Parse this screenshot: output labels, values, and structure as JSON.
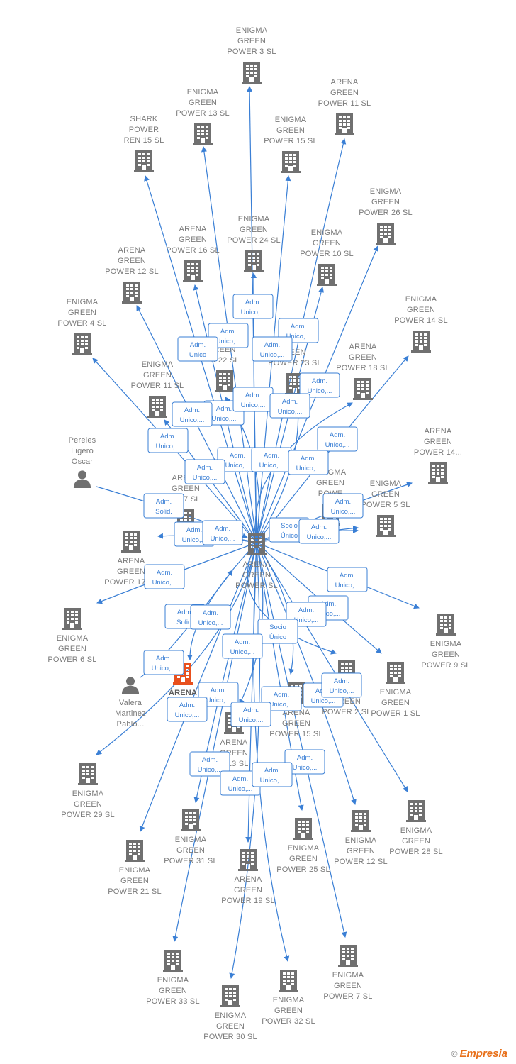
{
  "center": {
    "label": [
      "ARENA",
      "GREEN",
      "POWER  SL"
    ]
  },
  "nodes": [
    {
      "id": "n1",
      "type": "company",
      "label": [
        "ENIGMA",
        "GREEN",
        "POWER 3  SL"
      ]
    },
    {
      "id": "n2",
      "type": "company",
      "label": [
        "ARENA",
        "GREEN",
        "POWER 11  SL"
      ]
    },
    {
      "id": "n3",
      "type": "company",
      "label": [
        "ENIGMA",
        "GREEN",
        "POWER 13  SL"
      ]
    },
    {
      "id": "n4",
      "type": "company",
      "label": [
        "SHARK",
        "POWER",
        "REN 15  SL"
      ]
    },
    {
      "id": "n5",
      "type": "company",
      "label": [
        "ENIGMA",
        "GREEN",
        "POWER 15  SL"
      ]
    },
    {
      "id": "n6",
      "type": "company",
      "label": [
        "ENIGMA",
        "GREEN",
        "POWER 26  SL"
      ]
    },
    {
      "id": "n7",
      "type": "company",
      "label": [
        "ARENA",
        "GREEN",
        "POWER 16  SL"
      ]
    },
    {
      "id": "n8",
      "type": "company",
      "label": [
        "ENIGMA",
        "GREEN",
        "POWER 24  SL"
      ]
    },
    {
      "id": "n9",
      "type": "company",
      "label": [
        "ENIGMA",
        "GREEN",
        "POWER 10  SL"
      ]
    },
    {
      "id": "n10",
      "type": "company",
      "label": [
        "ARENA",
        "GREEN",
        "POWER 12  SL"
      ]
    },
    {
      "id": "n11",
      "type": "company",
      "label": [
        "ENIGMA",
        "GREEN",
        "POWER 14  SL"
      ]
    },
    {
      "id": "n12",
      "type": "company",
      "label": [
        "ENIGMA",
        "GREEN",
        "POWER 4  SL"
      ]
    },
    {
      "id": "n13",
      "type": "company",
      "label": [
        "ARENA",
        "GREEN",
        "POWER 18  SL"
      ]
    },
    {
      "id": "n14",
      "type": "company",
      "label": [
        "ENIGMA",
        "GREEN",
        "POWER 11  SL"
      ]
    },
    {
      "id": "n15",
      "type": "company",
      "label": [
        "",
        "REEN",
        "R 22  SL"
      ]
    },
    {
      "id": "n16",
      "type": "company",
      "label": [
        "",
        "REEN",
        "POWER 23  SL"
      ]
    },
    {
      "id": "n17",
      "type": "person",
      "label": [
        "Pereles",
        "Ligero",
        "Oscar"
      ]
    },
    {
      "id": "n18",
      "type": "company",
      "label": [
        "ARENA",
        "GREEN",
        "POWER 14..."
      ]
    },
    {
      "id": "n19",
      "type": "company",
      "label": [
        "ARENA",
        "GREEN",
        "R 27  SL"
      ]
    },
    {
      "id": "n20",
      "type": "company",
      "label": [
        "ENIGMA",
        "GREEN",
        "POWE"
      ]
    },
    {
      "id": "n21",
      "type": "company",
      "label": [
        "ENIGMA",
        "GREEN",
        "POWER 5  SL"
      ]
    },
    {
      "id": "n22",
      "type": "company",
      "label": [
        "ARENA",
        "GREEN",
        "POWER 17  SL"
      ]
    },
    {
      "id": "n23",
      "type": "company",
      "label": [
        "ENIGMA",
        "GREEN",
        "POWER 6  SL"
      ]
    },
    {
      "id": "n24",
      "type": "company",
      "label": [
        "ENIGMA",
        "GREEN",
        "POWER 9  SL"
      ]
    },
    {
      "id": "n25",
      "type": "company",
      "label": [
        "ARENA",
        "G",
        "PO"
      ],
      "highlight": true
    },
    {
      "id": "n26",
      "type": "person",
      "label": [
        "Valera",
        "Martinez",
        "Pablo..."
      ]
    },
    {
      "id": "n27",
      "type": "company",
      "label": [
        "",
        "GREEN",
        "POWER 2  SL"
      ]
    },
    {
      "id": "n28",
      "type": "company",
      "label": [
        "ENIGMA",
        "GREEN",
        "POWER 1  SL"
      ]
    },
    {
      "id": "n29",
      "type": "company",
      "label": [
        "ARENA",
        "GREEN",
        "POWER 15  SL"
      ]
    },
    {
      "id": "n30",
      "type": "company",
      "label": [
        "ARENA",
        "GREEN",
        "R 13  SL"
      ]
    },
    {
      "id": "n31",
      "type": "company",
      "label": [
        "ENIGMA",
        "GREEN",
        "POWER 29  SL"
      ]
    },
    {
      "id": "n32",
      "type": "company",
      "label": [
        "ENIGMA",
        "GREEN",
        "POWER 31  SL"
      ]
    },
    {
      "id": "n33",
      "type": "company",
      "label": [
        "ENIGMA",
        "GREEN",
        "POWER 25  SL"
      ]
    },
    {
      "id": "n34",
      "type": "company",
      "label": [
        "ENIGMA",
        "GREEN",
        "POWER 12  SL"
      ]
    },
    {
      "id": "n35",
      "type": "company",
      "label": [
        "ENIGMA",
        "GREEN",
        "POWER 28  SL"
      ]
    },
    {
      "id": "n36",
      "type": "company",
      "label": [
        "ENIGMA",
        "GREEN",
        "POWER 21  SL"
      ]
    },
    {
      "id": "n37",
      "type": "company",
      "label": [
        "ARENA",
        "GREEN",
        "POWER 19  SL"
      ]
    },
    {
      "id": "n38",
      "type": "company",
      "label": [
        "ENIGMA",
        "GREEN",
        "POWER 33  SL"
      ]
    },
    {
      "id": "n39",
      "type": "company",
      "label": [
        "ENIGMA",
        "GREEN",
        "POWER 7  SL"
      ]
    },
    {
      "id": "n40",
      "type": "company",
      "label": [
        "ENIGMA",
        "GREEN",
        "POWER 32  SL"
      ]
    },
    {
      "id": "n41",
      "type": "company",
      "label": [
        "ENIGMA",
        "GREEN",
        "POWER 30  SL"
      ]
    }
  ],
  "edges": [
    {
      "to": "n1",
      "label": [
        "Adm.",
        "Unico,..."
      ]
    },
    {
      "to": "n2",
      "label": [
        "Adm.",
        "Unico,..."
      ]
    },
    {
      "to": "n3",
      "label": [
        "Adm.",
        "Unico,..."
      ]
    },
    {
      "to": "n4",
      "label": [
        "Adm.",
        "Unico"
      ]
    },
    {
      "to": "n5",
      "label": [
        "Adm.",
        "Unico,..."
      ]
    },
    {
      "to": "n6",
      "label": [
        "Adm.",
        "Unico,..."
      ]
    },
    {
      "to": "n7",
      "label": [
        "Adm.",
        "Unico,..."
      ]
    },
    {
      "to": "n8",
      "label": [
        "Adm.",
        "Unico,..."
      ]
    },
    {
      "to": "n9",
      "label": [
        "Adm.",
        "Unico,..."
      ]
    },
    {
      "to": "n10",
      "label": [
        "Adm.",
        "Unico,..."
      ]
    },
    {
      "to": "n11",
      "label": [
        "Adm.",
        "Unico,..."
      ]
    },
    {
      "to": "n12",
      "label": [
        "Adm.",
        "Unico,..."
      ]
    },
    {
      "to": "n13",
      "label": [
        "Adm.",
        "Unico,..."
      ]
    },
    {
      "to": "n14",
      "label": [
        "Adm.",
        "Unico,..."
      ]
    },
    {
      "to": "n15",
      "label": [
        "Adm.",
        "Unico,..."
      ]
    },
    {
      "to": "n16",
      "label": [
        "Adm.",
        "Unico,..."
      ]
    },
    {
      "to": "n17",
      "label": [
        "Adm.",
        "Solid."
      ],
      "reverse": true
    },
    {
      "to": "n18",
      "label": [
        "Adm.",
        "Unico,..."
      ]
    },
    {
      "to": "n19",
      "label": [
        "Adm.",
        "Unico,..."
      ]
    },
    {
      "to": "n20",
      "label": [
        "Socio",
        "Único"
      ]
    },
    {
      "to": "n21",
      "label": [
        "Adm.",
        "Unico,..."
      ]
    },
    {
      "to": "n22",
      "label": [
        "Adm.",
        "Unico,..."
      ]
    },
    {
      "to": "n23",
      "label": [
        "Adm.",
        "Unico,..."
      ]
    },
    {
      "to": "n24",
      "label": [
        "Adm.",
        "Unico,..."
      ]
    },
    {
      "to": "n25",
      "label": [
        "Adm.",
        "Solid."
      ]
    },
    {
      "to": "n26",
      "label": [
        "Adm.",
        "Unico,..."
      ],
      "reverse": true
    },
    {
      "to": "n27",
      "label": [
        "Adm.",
        "Unico,..."
      ]
    },
    {
      "to": "n28",
      "label": [
        "Adm.",
        "Unico,..."
      ]
    },
    {
      "to": "n29",
      "label": [
        "Adm.",
        "Unico,..."
      ]
    },
    {
      "to": "n30",
      "label": [
        "Socio",
        "Único"
      ]
    },
    {
      "to": "n31",
      "label": [
        "Adm.",
        "Unico,..."
      ]
    },
    {
      "to": "n32",
      "label": [
        "Adm.",
        "Unico,..."
      ]
    },
    {
      "to": "n33",
      "label": [
        "Adm.",
        "Unico,..."
      ]
    },
    {
      "to": "n34",
      "label": [
        "Adm.",
        "Unico,..."
      ]
    },
    {
      "to": "n35",
      "label": [
        "Adm.",
        "Unico,..."
      ]
    },
    {
      "to": "n36",
      "label": [
        "Adm.",
        "Unico,..."
      ]
    },
    {
      "to": "n37",
      "label": [
        "Adm.",
        "Unico,..."
      ]
    },
    {
      "to": "n38",
      "label": [
        "Adm.",
        "Unico,..."
      ]
    },
    {
      "to": "n39",
      "label": [
        "Adm.",
        "Unico,..."
      ]
    },
    {
      "to": "n40",
      "label": [
        "Adm.",
        "Unico,..."
      ]
    },
    {
      "to": "n41",
      "label": [
        "Adm.",
        "Unico,..."
      ]
    }
  ],
  "colors": {
    "edge": "#3a7fd5",
    "node": "#707070",
    "highlight": "#e8501e",
    "label": "#7a7a7a"
  },
  "copyright": {
    "symbol": "©",
    "brand": "Empresia"
  }
}
